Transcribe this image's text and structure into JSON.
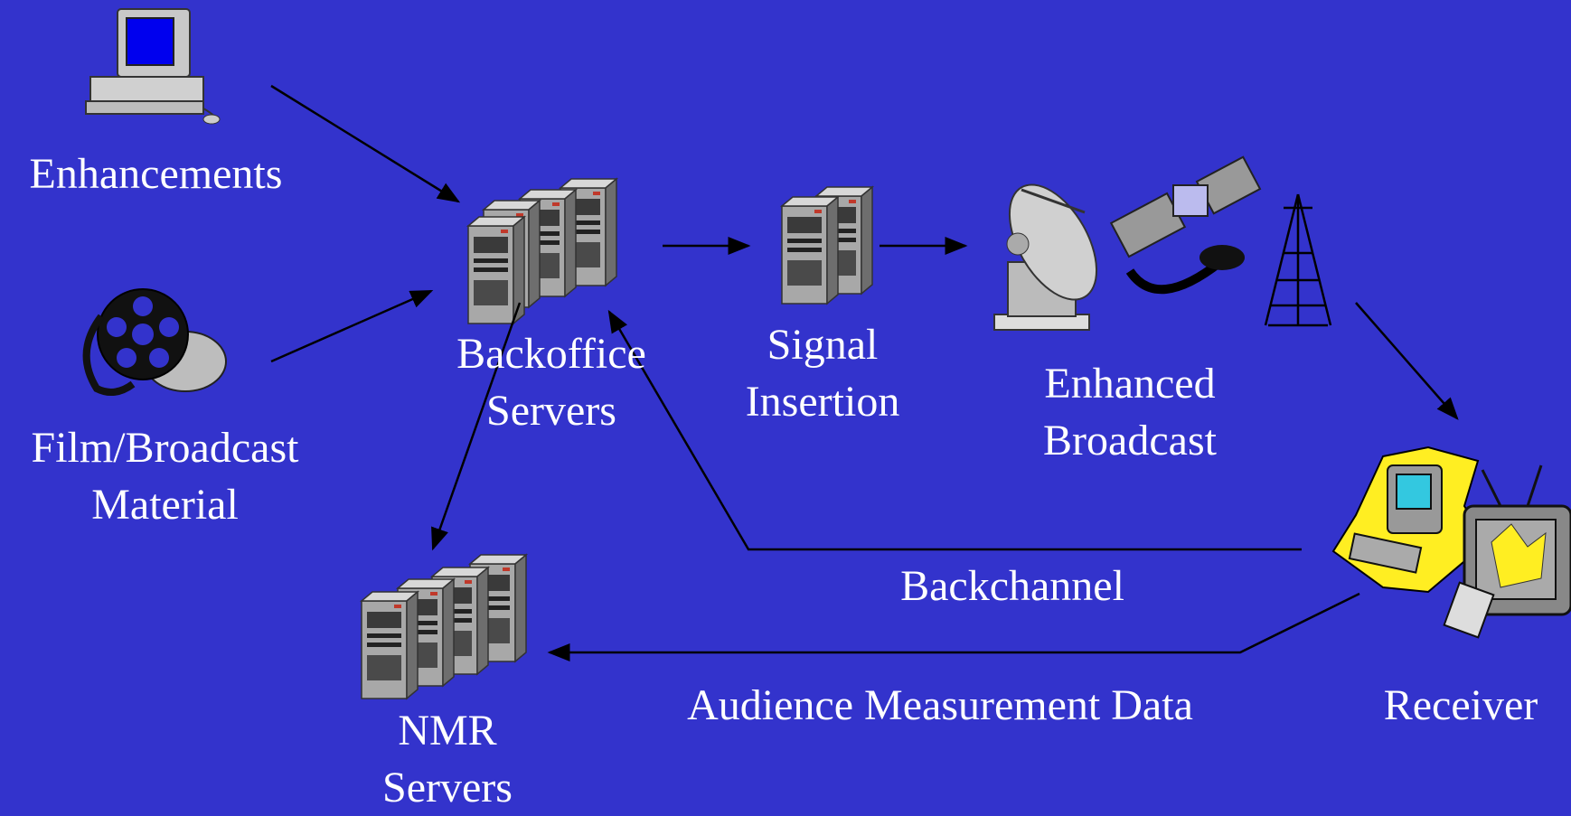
{
  "nodes": {
    "enhancements": {
      "label": "Enhancements"
    },
    "film": {
      "line1": "Film/Broadcast",
      "line2": "Material"
    },
    "backoffice": {
      "line1": "Backoffice",
      "line2": "Servers"
    },
    "signal": {
      "line1": "Signal",
      "line2": "Insertion"
    },
    "broadcast": {
      "line1": "Enhanced",
      "line2": "Broadcast"
    },
    "receiver": {
      "label": "Receiver"
    },
    "nmr": {
      "line1": "NMR",
      "line2": "Servers"
    }
  },
  "flows": {
    "backchannel": "Backchannel",
    "audience": "Audience Measurement Data"
  },
  "colors": {
    "background": "#3333cc",
    "text": "#ffffff",
    "line": "#000000"
  }
}
